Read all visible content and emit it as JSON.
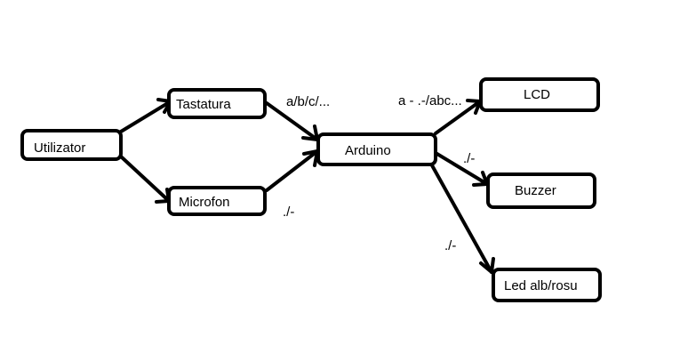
{
  "nodes": {
    "utilizator": "Utilizator",
    "tastatura": "Tastatura",
    "microfon": "Microfon",
    "arduino": "Arduino",
    "lcd": "LCD",
    "buzzer": "Buzzer",
    "led": "Led alb/rosu"
  },
  "edges": {
    "tastatura_to_arduino": "a/b/c/...",
    "microfon_to_arduino": "./-",
    "arduino_to_lcd": "a - .-/abc...",
    "arduino_to_buzzer": "./-",
    "arduino_to_led": "./-"
  }
}
